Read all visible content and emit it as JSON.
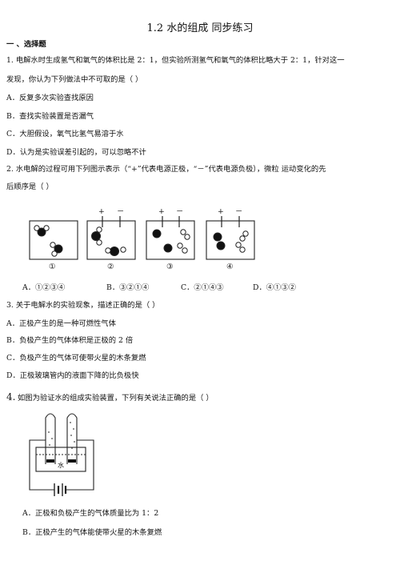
{
  "title": "1.2 水的组成  同步练习",
  "section": "一  、选择题",
  "q1": {
    "stem_line1": "1. 电解水时生成氢气和氧气的体积比是 2：1，但实验所测氢气和氧气的体积比略大于 2：1，针对这一",
    "stem_line2": "发现，你认为下列做法中不可取的是（        ）",
    "options": [
      "A．反复多次实验查找原因",
      "B．查找实验装置是否漏气",
      "C．大胆假设，氧气比氢气易溶于水",
      "D．认为是实验误差引起的，可以忽略不计"
    ]
  },
  "q2": {
    "stem_line1": "2. 水电解的过程可用下列图示表示（“+”代表电源正极，“－”代表电源负极），微粒  运动变化的先",
    "stem_line2": "后顺序是（        ）",
    "figure": {
      "plus": "+",
      "minus": "－",
      "labels": [
        "①",
        "②",
        "③",
        "④"
      ]
    },
    "options": [
      "A．①②③④",
      "B．③②①④",
      "C．②①④③",
      "D．④①③②"
    ]
  },
  "q3": {
    "stem": "3. 关于电解水的实验现象，描述正确的是（        ）",
    "options": [
      "A．正极产生的是一种可燃性气体",
      "B．负极产生的气体体积是正极的 2 倍",
      "C．负极产生的气体可使带火星的木条复燃",
      "D．正极玻璃管内的液面下降的比负极快"
    ]
  },
  "q4": {
    "num": "4.",
    "stem": "如图为验证水的组成实验装置，下列有关说法正确的是（        ）",
    "figure": {
      "water_label": "水"
    },
    "options": [
      "A．正极和负极产生的气体质量比为 1：2",
      "B．正极产生的气体能使带火星的木条复燃"
    ]
  },
  "colors": {
    "text": "#111111",
    "line": "#222222"
  }
}
